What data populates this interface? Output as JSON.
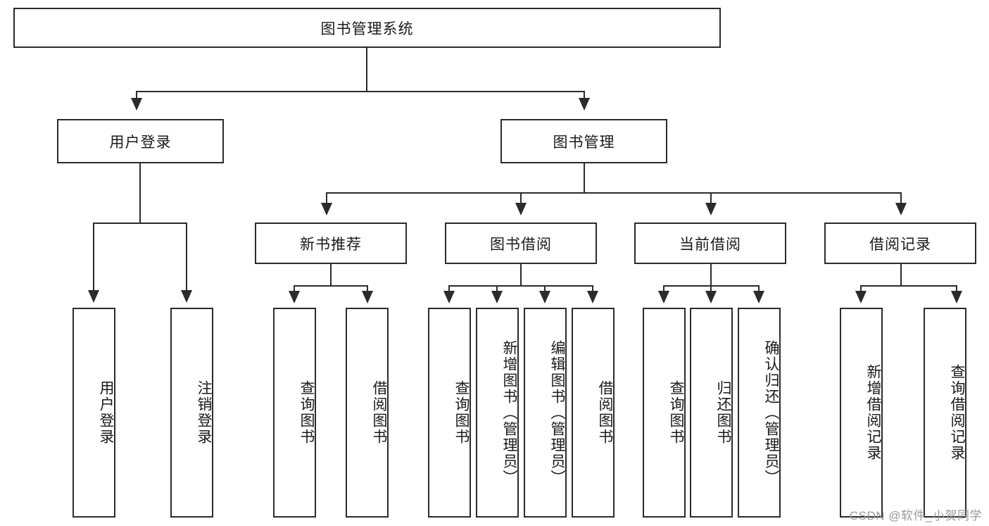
{
  "diagram": {
    "type": "tree",
    "title": "图书管理系统",
    "root": {
      "label": "图书管理系统"
    },
    "level2": [
      {
        "label": "用户登录"
      },
      {
        "label": "图书管理"
      }
    ],
    "level3": [
      {
        "label": "新书推荐"
      },
      {
        "label": "图书借阅"
      },
      {
        "label": "当前借阅"
      },
      {
        "label": "借阅记录"
      }
    ],
    "leaves": {
      "user_login": [
        {
          "label": "用户登录"
        },
        {
          "label": "注销登录"
        }
      ],
      "new_book_recommend": [
        {
          "label": "查询图书"
        },
        {
          "label": "借阅图书"
        }
      ],
      "book_borrow": [
        {
          "label": "查询图书"
        },
        {
          "label": "新增图书（管理员）"
        },
        {
          "label": "编辑图书（管理员）"
        },
        {
          "label": "借阅图书"
        }
      ],
      "current_borrow": [
        {
          "label": "查询图书"
        },
        {
          "label": "归还图书"
        },
        {
          "label": "确认归还（管理员）"
        }
      ],
      "borrow_record": [
        {
          "label": "新增借阅记录"
        },
        {
          "label": "查询借阅记录"
        }
      ]
    }
  },
  "watermark": {
    "text": "CSDN @软件_小贺同学"
  },
  "colors": {
    "stroke": "#2b2b2b",
    "fill": "#ffffff",
    "text": "#1a1a1a",
    "watermark": "#9a9a9a"
  }
}
